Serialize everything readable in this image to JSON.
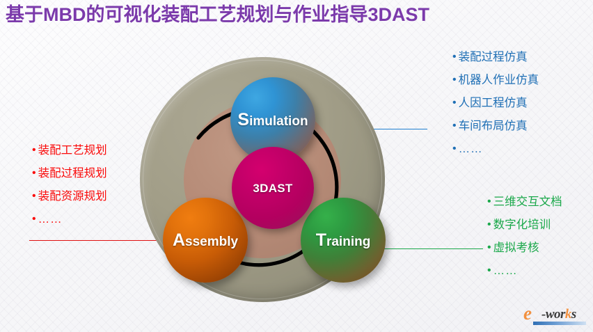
{
  "slide": {
    "title": "基于MBD的可视化装配工艺规划与作业指导3DAST",
    "title_color": "#7b3aab",
    "background_color": "#f7f7f9"
  },
  "diagram": {
    "type": "cycle-venn",
    "outer_ring_color": "#9e9a85",
    "inner_disk_color": "#b58a76",
    "arrow_color": "#000000",
    "arrow_direction": "counter-clockwise",
    "center": {
      "label": "3DAST",
      "color": "#c40069",
      "name": "center-sphere"
    },
    "nodes": [
      {
        "id": "simulation",
        "cap": "S",
        "rest": "imulation",
        "label": "Simulation",
        "color": "#2f93d4"
      },
      {
        "id": "assembly",
        "cap": "A",
        "rest": "ssembly",
        "label": "Assembly",
        "color": "#e2720c"
      },
      {
        "id": "training",
        "cap": "T",
        "rest": "raining",
        "label": "Training",
        "color": "#2d9a41"
      }
    ]
  },
  "lists": {
    "assembly": {
      "color": "#fa0a0a",
      "connector_color": "#e01010",
      "items": [
        "装配工艺规划",
        "装配过程规划",
        "装配资源规划",
        "……"
      ]
    },
    "simulation": {
      "color": "#1f6fb5",
      "connector_color": "#1f7fd0",
      "items": [
        "装配过程仿真",
        "机器人作业仿真",
        "人因工程仿真",
        "车间布局仿真",
        "……"
      ]
    },
    "training": {
      "color": "#1aa84a",
      "connector_color": "#1aa84a",
      "items": [
        "三维交互文档",
        "数字化培训",
        "虚拟考核",
        "……"
      ]
    },
    "bullet_glyph": "•"
  },
  "logo": {
    "e": "e",
    "works": "-wor",
    "works_accent": "k",
    "works_tail": "s",
    "accent_color": "#f2903f",
    "bar_color": "#2f6fb5"
  }
}
